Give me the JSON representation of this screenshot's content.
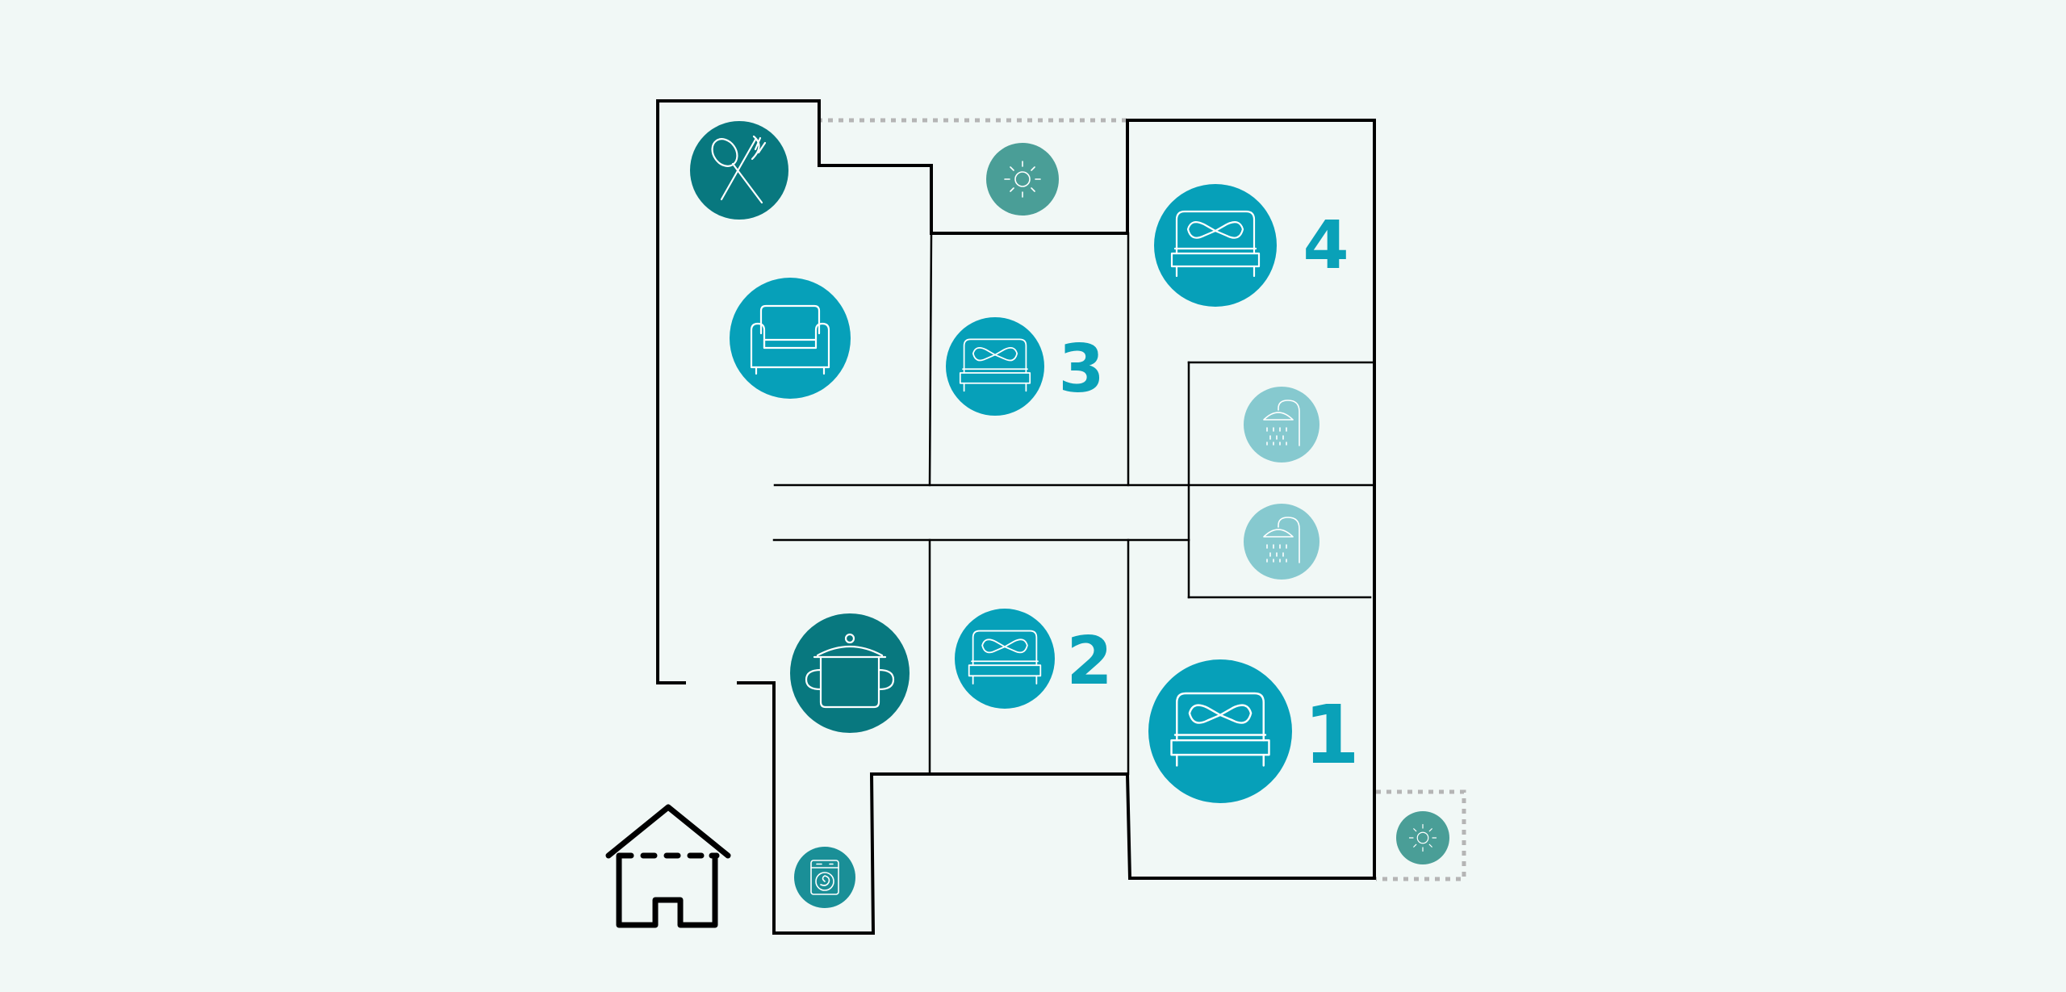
{
  "colors": {
    "background": "#f1f8f6",
    "walls": "#000000",
    "bedroom_circle": "#06a0b9",
    "kitchen_circle": "#08787f",
    "terrace_circle": "#4a9e97",
    "bathroom_circle": "#86c9cf",
    "laundry_circle": "#1a8f97",
    "room_number": "#0aa1b8",
    "balcony_outline": "#b5b5b5"
  },
  "rooms": {
    "bedroom_1": {
      "number": "1",
      "icon": "bed-icon"
    },
    "bedroom_2": {
      "number": "2",
      "icon": "bed-icon"
    },
    "bedroom_3": {
      "number": "3",
      "icon": "bed-icon"
    },
    "bedroom_4": {
      "number": "4",
      "icon": "bed-icon"
    },
    "dining": {
      "icon": "cutlery-icon"
    },
    "living": {
      "icon": "armchair-icon"
    },
    "kitchen": {
      "icon": "cooking-pot-icon"
    },
    "laundry": {
      "icon": "washing-machine-icon"
    },
    "bathroom_upper": {
      "icon": "shower-icon"
    },
    "bathroom_lower": {
      "icon": "shower-icon"
    },
    "terrace_top": {
      "icon": "sun-icon"
    },
    "terrace_bottom": {
      "icon": "sun-icon"
    }
  },
  "entrance": {
    "icon": "house-icon"
  }
}
